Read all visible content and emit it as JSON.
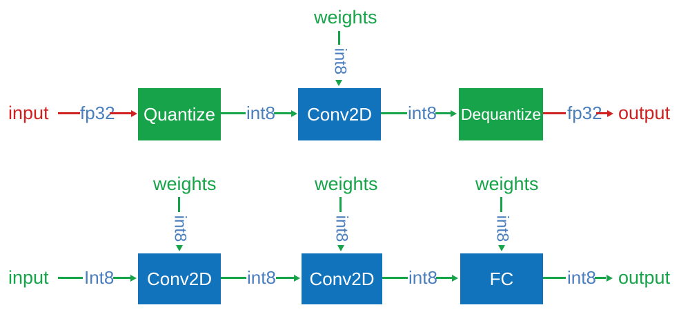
{
  "colors": {
    "green": "#17a349",
    "blue_box": "#1173bc",
    "blue_label": "#4a7ebd",
    "red": "#cf2121",
    "box_text": "#ffffff"
  },
  "diagram": {
    "row1": {
      "input": "input",
      "input_type": "fp32",
      "node1": "Quantize",
      "edge1": "int8",
      "node2": "Conv2D",
      "edge2": "int8",
      "node3": "Dequantize",
      "output_type": "fp32",
      "output": "output",
      "weights": {
        "label": "weights",
        "type": "int8"
      }
    },
    "row2": {
      "input": "input",
      "input_type": "Int8",
      "node1": "Conv2D",
      "edge1": "int8",
      "node2": "Conv2D",
      "edge2": "int8",
      "node3": "FC",
      "output_type": "int8",
      "output": "output",
      "weights1": {
        "label": "weights",
        "type": "int8"
      },
      "weights2": {
        "label": "weights",
        "type": "int8"
      },
      "weights3": {
        "label": "weights",
        "type": "int8"
      }
    }
  }
}
